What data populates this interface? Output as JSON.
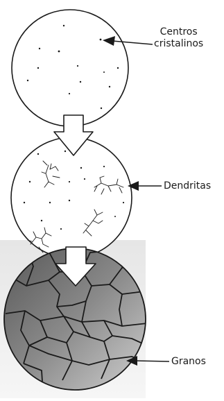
{
  "labels": {
    "centros_line1": "Centros",
    "centros_line2": "cristalinos",
    "dendritas": "Dendritas",
    "granos": "Granos"
  },
  "colors": {
    "outline": "#1a1a1a",
    "grain_dark": "#6f6f6f",
    "grain_light": "#c9c9c9",
    "arrow_fill": "#ffffff",
    "band_bg": "#eeeeee"
  }
}
